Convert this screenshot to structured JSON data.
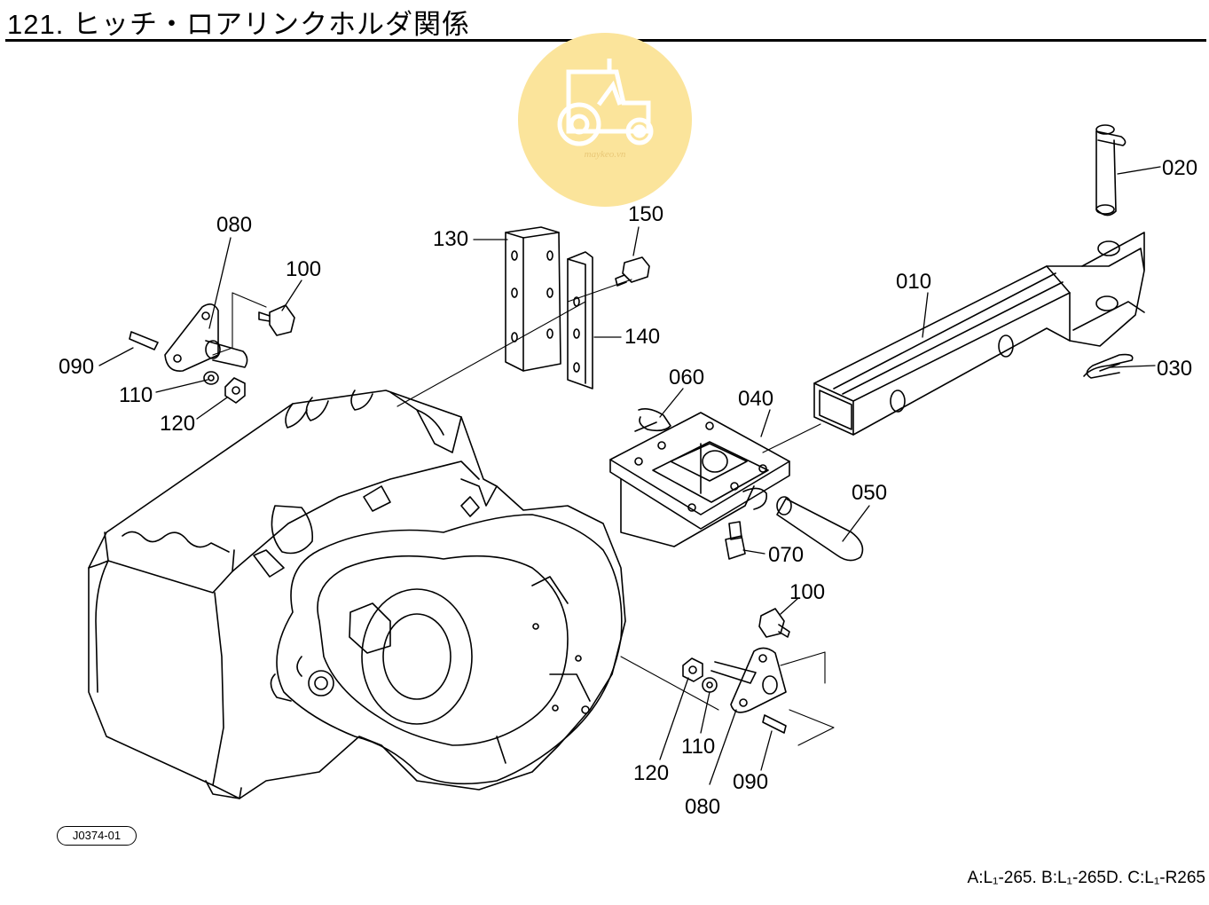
{
  "title": "121. ヒッチ・ロアリンクホルダ関係",
  "watermark": {
    "text": "maykeo.vn",
    "color": "#f8e08f",
    "icon": "tractor-icon"
  },
  "callouts": {
    "p020": "020",
    "p010": "010",
    "p030": "030",
    "p150": "150",
    "p130": "130",
    "p140": "140",
    "p080_top": "080",
    "p100_top": "100",
    "p090_top": "090",
    "p110_top": "110",
    "p120_top": "120",
    "p060": "060",
    "p040": "040",
    "p050": "050",
    "p070": "070",
    "p100_bottom": "100",
    "p120_bottom": "120",
    "p110_bottom": "110",
    "p090_bottom": "090",
    "p080_bottom": "080"
  },
  "drawing_code": "J0374-01",
  "model_note": "A:L₁-265. B:L₁-265D. C:L₁-R265"
}
